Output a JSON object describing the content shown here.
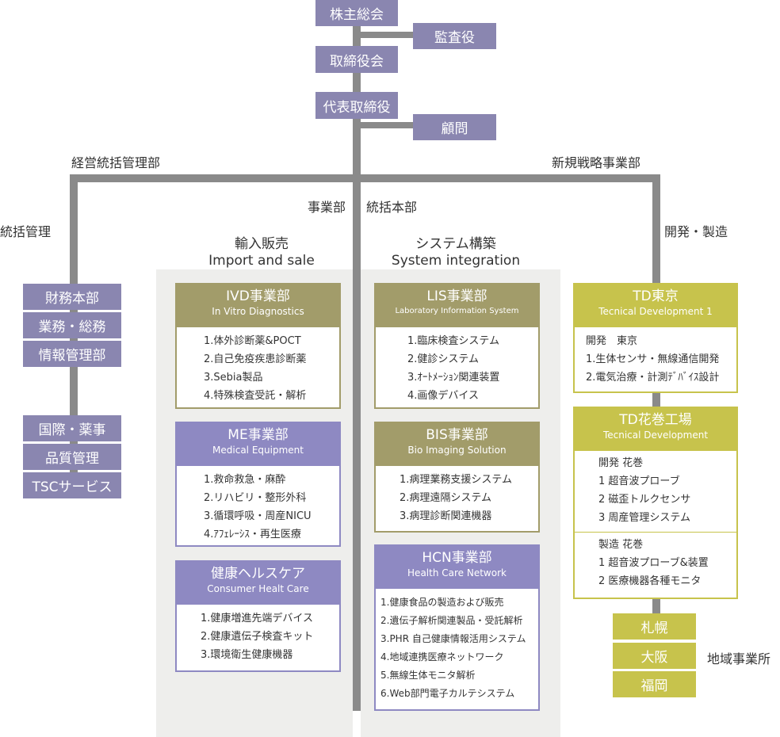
{
  "top": {
    "shareholders": "株主総会",
    "auditor": "監査役",
    "board": "取締役会",
    "ceo": "代表取締役",
    "advisor": "顧問"
  },
  "branches": {
    "left": "経営統括管理部",
    "right": "新規戦略事業部",
    "center_a": "事業部",
    "center_b": "統括本部",
    "left_sub": "統括管理",
    "right_sub": "開発・製造"
  },
  "left_units": {
    "group1": [
      "財務本部",
      "業務・総務",
      "情報管理部"
    ],
    "group2": [
      "国際・薬事",
      "品質管理",
      "TSCサービス"
    ]
  },
  "columns": {
    "import_jp": "輸入販売",
    "import_en": "Import and sale",
    "system_jp": "システム構築",
    "system_en": "System integration"
  },
  "cards": {
    "ivd": {
      "title": "IVD事業部",
      "subtitle": "In Vitro Diagnostics",
      "items": [
        "1.体外診断薬&POCT",
        "2.自己免疫疾患診断薬",
        "3.Sebia製品",
        "4.特殊検査受託・解析"
      ]
    },
    "me": {
      "title": "ME事業部",
      "subtitle": "Medical Equipment",
      "items": [
        "1.救命救急・麻酔",
        "2.リハビリ・整形外科",
        "3.循環呼吸・周産NICU",
        "4.ｱﾌｪﾚｰｼｽ・再生医療"
      ]
    },
    "health": {
      "title": "健康ヘルスケア",
      "subtitle": "Consumer Healt Care",
      "items": [
        "1.健康増進先端デバイス",
        "2.健康遺伝子検査キット",
        "3.環境衛生健康機器"
      ]
    },
    "lis": {
      "title": "LIS事業部",
      "subtitle": "Laboratory Information System",
      "items": [
        "1.臨床検査システム",
        "2.健診システム",
        "3.ｵｰﾄﾒｰｼｮﾝ関連装置",
        "4.画像デバイス"
      ]
    },
    "bis": {
      "title": "BIS事業部",
      "subtitle": "Bio Imaging Solution",
      "items": [
        "1.病理業務支援システム",
        "2.病理遠隔システム",
        "3.病理診断関連機器"
      ]
    },
    "hcn": {
      "title": "HCN事業部",
      "subtitle": "Health Care Network",
      "items": [
        "1.健康食品の製造および販売",
        "2.遺伝子解析関連製品・受託解析",
        "3.PHR 自己健康情報活用システム",
        "4.地域連携医療ネットワーク",
        "5.無線生体モニタ解析",
        "6.Web部門電子カルテシステム"
      ]
    },
    "td_tokyo": {
      "title": "TD東京",
      "subtitle": "Tecnical Development 1",
      "items": [
        "開発　東京",
        "1.生体センサ・無線通信開発",
        "2.電気治療・計測ﾃﾞﾊﾞｲｽ設計"
      ]
    },
    "td_hanamaki": {
      "title": "TD花巻工場",
      "subtitle": "Tecnical Development",
      "dev_items": [
        "開発 花巻",
        "1 超音波プローブ",
        "2 磁歪トルクセンサ",
        "3 周産管理システム"
      ],
      "mfg_items": [
        "製造 花巻",
        "1 超音波プローブ&装置",
        "2 医療機器各種モニタ"
      ]
    }
  },
  "regional": {
    "offices": [
      "札幌",
      "大阪",
      "福岡"
    ],
    "label": "地域事業所"
  },
  "colors": {
    "purple": "#8e89c2",
    "olive": "#a29c6a",
    "yellow": "#c7c34c",
    "line": "#8a8a8a",
    "panel": "#eeeeec"
  }
}
